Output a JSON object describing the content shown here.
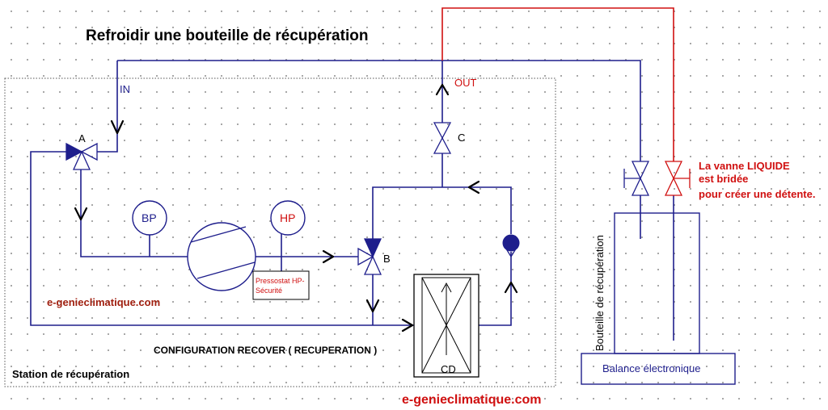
{
  "title": "Refroidir une bouteille de récupération",
  "labels": {
    "in": "IN",
    "out": "OUT",
    "valve_a": "A",
    "valve_b": "B",
    "valve_c": "C",
    "bp": "BP",
    "hp": "HP",
    "cd": "CD",
    "pressostat_line1": "Pressostat HP-",
    "pressostat_line2": "Sécurité",
    "watermark_1": "e-genieclimatique.com",
    "watermark_2": "e-genieclimatique.com",
    "configuration": "CONFIGURATION RECOVER ( RECUPERATION )",
    "station": "Station de récupération",
    "bottle": "Bouteille de récupération",
    "balance": "Balance électronique",
    "note_line1": "La vanne LIQUIDE",
    "note_line2": "est bridée",
    "note_line3": "pour créer une détente."
  },
  "colors": {
    "pipe": "#1e1e8c",
    "liquid_line": "#d01010",
    "text": "#000000",
    "watermark": "#d01010"
  }
}
